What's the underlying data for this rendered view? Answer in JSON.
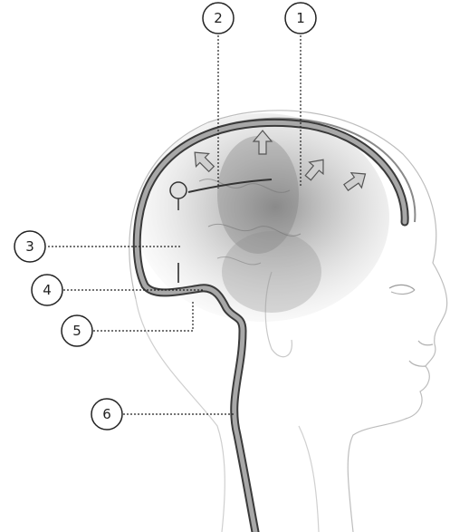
{
  "callouts": [
    {
      "id": "1",
      "label": "1"
    },
    {
      "id": "2",
      "label": "2"
    },
    {
      "id": "3",
      "label": "3"
    },
    {
      "id": "4",
      "label": "4"
    },
    {
      "id": "5",
      "label": "5"
    },
    {
      "id": "6",
      "label": "6"
    }
  ],
  "colors": {
    "line": "#1a1a1a",
    "skin_outline": "#b8b8b8",
    "brain_shade": "#8a8a8a",
    "tube_fill": "#9a9a9a",
    "arrow_fill": "#c9c9c9",
    "background": "#ffffff"
  },
  "icons": [
    "pressure-arrow-icon",
    "valve-reservoir-icon"
  ]
}
